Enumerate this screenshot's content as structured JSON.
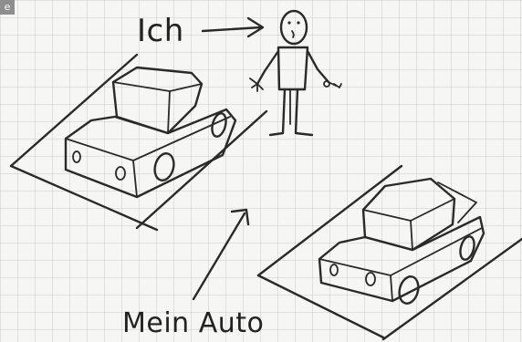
{
  "badge": {
    "text": "e"
  },
  "labels": {
    "me": "Ich",
    "my_car": "Mein Auto"
  },
  "colors": {
    "paper": "#f6f6f4",
    "grid": "#c9c9c9",
    "ink": "#2a2a2a",
    "badge": "#8e8e8e"
  },
  "icons": [
    "stick-figure",
    "car-parked",
    "car-moving",
    "arrow"
  ]
}
